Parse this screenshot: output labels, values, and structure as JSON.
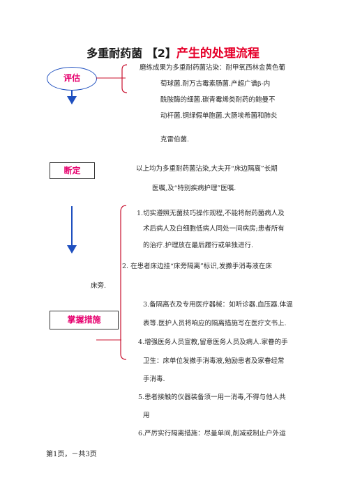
{
  "title": {
    "prefix": "多重耐药菌 【2】",
    "highlight": "产生的处理流程"
  },
  "sections": {
    "assess": {
      "label": "评估",
      "lines": [
        "磨练成果为多重耐药菌沾染：耐甲氧西林金黄色葡",
        "萄球菌.耐万古霉素肠菌.产超广谱β-内",
        "酰胺酶的细菌.碳青霉烯类耐药的鲍曼不",
        "动杆菌.铜绿假单胞菌.大肠埃希菌和肺炎",
        "克雷伯菌."
      ]
    },
    "judge": {
      "label": "断定",
      "lines": [
        "以上均为多重耐药菌沾染,大夫开“床边隔离”长期",
        "医嘱,及“特别疾病护理”医嘱."
      ]
    },
    "measures": {
      "label": "掌握措施",
      "lines": [
        "1.切实遵照无菌技巧操作规程,不能将耐药菌病人及",
        "术后病人及白细胞低病人同处一间病房;患者所有",
        "的治疗.护理放在最后履行或单独进行.",
        "2. 在患者床边挂“床旁隔离”标识,发撒手消毒液在床",
        "床旁.",
        "3.备隔离衣及专用医疗器械：如听诊器.血压器.体温",
        "表等.医护人员将响应的隔离措施写在医疗文书上.",
        "4.增强医务人员宣教,留意医务人员及病人.家眷的手",
        "卫生：床单位发撒手消毒液,勉励患者及家眷经常",
        "手消毒.",
        "5.患者接触的仪器装备须一用一消毒,不得与他人共",
        "用",
        "6.严厉实行隔离措施：尽量单间,削减或制止户外运"
      ]
    }
  },
  "footer": "第1页，－共3页",
  "colors": {
    "accent_pink": "#e6006e",
    "title_red": "#e6002a",
    "line_blue": "#1e4fbf",
    "bracket_red": "#c8102e"
  }
}
